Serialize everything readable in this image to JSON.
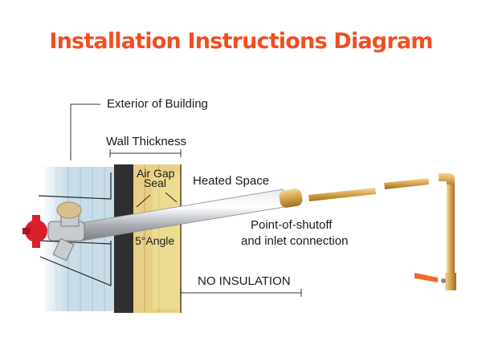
{
  "title": "Installation Instructions Diagram",
  "colors": {
    "title": "#f04e23",
    "siding": "#c9dde8",
    "insulation": "#e8cf86",
    "brass": "#d4a24a",
    "handle_red": "#d8202a",
    "valve_orange": "#f06a2a"
  },
  "labels": {
    "exterior": "Exterior of Building",
    "wall_thickness": "Wall Thickness",
    "air_gap": "Air Gap",
    "seal": "Seal",
    "heated_space": "Heated Space",
    "angle": "5°Angle",
    "shutoff_line1": "Point-of-shutoff",
    "shutoff_line2": "and inlet connection",
    "no_insulation": "NO INSULATION"
  }
}
